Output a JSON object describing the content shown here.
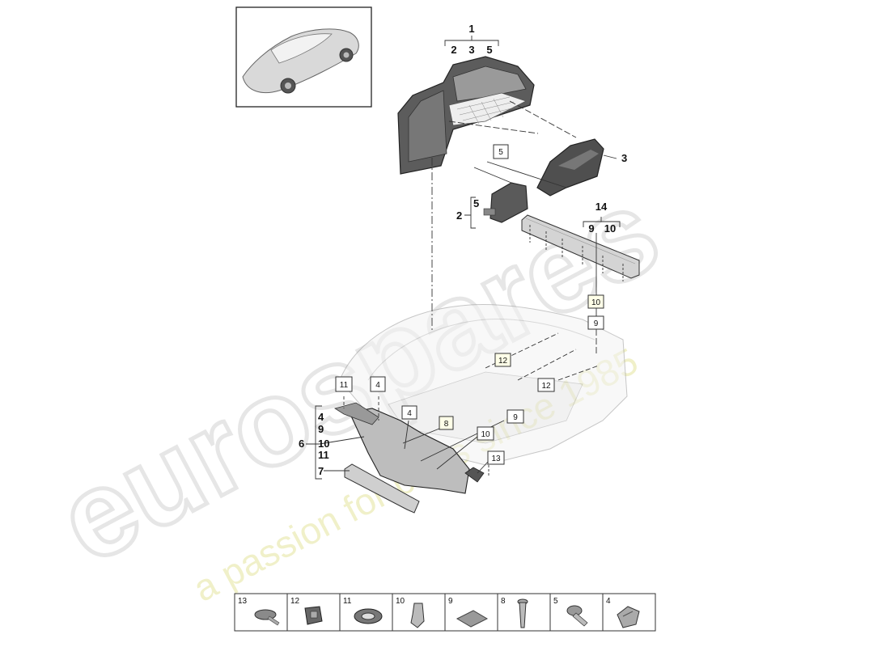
{
  "watermark": {
    "brand": "eurospares",
    "tagline": "a passion for parts since 1985"
  },
  "callouts": {
    "top_group_main": "1",
    "top_group_subs": [
      "2",
      "3",
      "5"
    ],
    "side_cover": "3",
    "box_5": "5",
    "left_group_2": "2",
    "left_group_2_sub": "5",
    "group_14": "14",
    "group_14_subs": [
      "9",
      "10"
    ],
    "box_10": "10",
    "box_9": "9",
    "box_12a": "12",
    "box_12b": "12",
    "box_11": "11",
    "box_4a": "4",
    "box_4b": "4",
    "box_8": "8",
    "box_9b": "9",
    "box_10b": "10",
    "box_13": "13",
    "group_6": "6",
    "group_6_subs": [
      "4",
      "9",
      "10",
      "11"
    ],
    "group_7": "7"
  },
  "parts_strip": [
    {
      "num": "13",
      "icon": "screw-icon"
    },
    {
      "num": "12",
      "icon": "clip-nut-icon"
    },
    {
      "num": "11",
      "icon": "grommet-icon"
    },
    {
      "num": "10",
      "icon": "spring-clip-icon"
    },
    {
      "num": "9",
      "icon": "pad-icon"
    },
    {
      "num": "8",
      "icon": "push-pin-icon"
    },
    {
      "num": "5",
      "icon": "expanding-rivet-icon"
    },
    {
      "num": "4",
      "icon": "bracket-clip-icon"
    }
  ]
}
